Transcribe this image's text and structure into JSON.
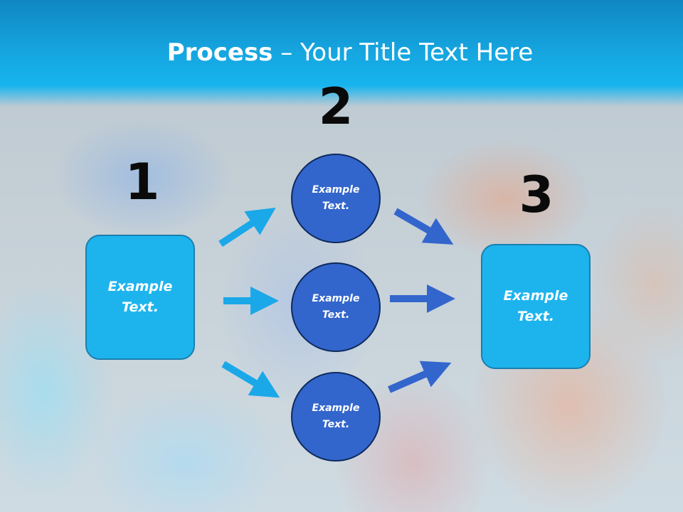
{
  "slide": {
    "title_bold": "Process",
    "title_rest": " – Your Title Text Here"
  },
  "steps": {
    "step1_number": "1",
    "step2_number": "2",
    "step3_number": "3"
  },
  "nodes": {
    "left_box": "Example Text.",
    "circle_top": "Example Text.",
    "circle_middle": "Example Text.",
    "circle_bottom": "Example Text.",
    "right_box": "Example Text."
  },
  "colors": {
    "header": "#16b4ee",
    "box_fill": "#1db4ee",
    "circle_fill": "#3366cc",
    "arrow_light": "#1aa8e8",
    "arrow_dark": "#3366cc",
    "number_text": "#0a0a0a"
  }
}
